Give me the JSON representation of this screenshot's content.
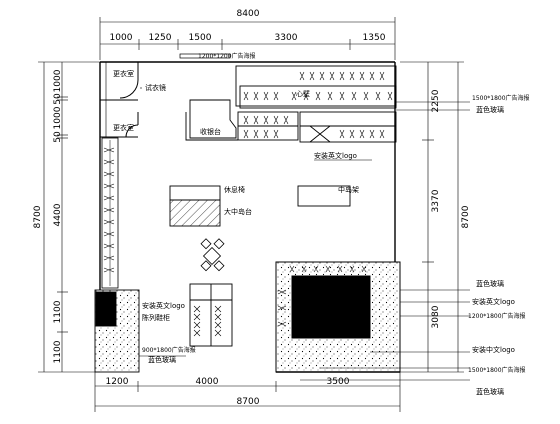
{
  "drawing": {
    "top_dims": {
      "overall": "8400",
      "segments": [
        "1000",
        "1250",
        "1500",
        "3300",
        "1350"
      ]
    },
    "bottom_dims": {
      "overall": "8700",
      "segments": [
        "1200",
        "4000",
        "3500"
      ]
    },
    "left_dims": {
      "overall": "8700",
      "segments": [
        "1000",
        "50",
        "1000",
        "50",
        "4400",
        "1100",
        "1100"
      ]
    },
    "right_dims": {
      "overall": "8700",
      "segments": [
        "2250",
        "3370",
        "3080"
      ]
    },
    "labels": {
      "fitting_room_1": "更衣室",
      "fitting_room_2": "更衣室",
      "fitting_mirror": "试衣镜",
      "poster_top": "1200*1200广告海报",
      "cashier": "收银台",
      "wall_hanger": "心壁",
      "logo_center": "安装英文logo",
      "rest_bench": "休息椅",
      "display_table": "大中岛台",
      "display_shelf": "中岛架",
      "logo_left": "安装英文logo",
      "shoes_display": "陈列鞋柜",
      "poster_left": "900*1800广告海报",
      "blue_glass_left": "蓝色玻璃",
      "blue_glass_right_top": "蓝色玻璃",
      "poster_right_top": "1500*1800广告海报",
      "blue_glass_r1": "蓝色玻璃",
      "logo_r1": "安装英文logo",
      "poster_r1": "1200*1800广告海报",
      "logo_r2": "安装中文logo",
      "poster_r2": "1500*1800广告海报",
      "blue_glass_r2": "蓝色玻璃"
    }
  }
}
